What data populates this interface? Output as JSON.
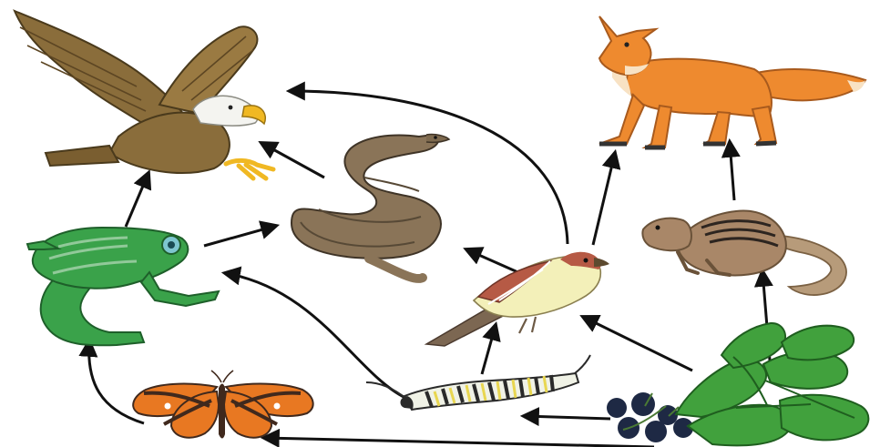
{
  "nodes": [
    {
      "id": "eagle",
      "icon": "eagle-icon"
    },
    {
      "id": "fox",
      "icon": "fox-icon"
    },
    {
      "id": "snake",
      "icon": "snake-icon"
    },
    {
      "id": "frog",
      "icon": "frog-icon"
    },
    {
      "id": "sparrow",
      "icon": "sparrow-icon"
    },
    {
      "id": "chipmunk",
      "icon": "chipmunk-icon"
    },
    {
      "id": "butterfly",
      "icon": "butterfly-icon"
    },
    {
      "id": "caterpillar",
      "icon": "caterpillar-icon"
    },
    {
      "id": "plants-berries",
      "icon": "plant-icon"
    }
  ],
  "edges": [
    {
      "from": "frog",
      "to": "eagle"
    },
    {
      "from": "snake",
      "to": "eagle"
    },
    {
      "from": "sparrow",
      "to": "eagle"
    },
    {
      "from": "frog",
      "to": "snake"
    },
    {
      "from": "sparrow",
      "to": "snake"
    },
    {
      "from": "sparrow",
      "to": "fox"
    },
    {
      "from": "chipmunk",
      "to": "fox"
    },
    {
      "from": "plants-berries",
      "to": "chipmunk"
    },
    {
      "from": "plants-berries",
      "to": "sparrow"
    },
    {
      "from": "plants-berries",
      "to": "caterpillar"
    },
    {
      "from": "plants-berries",
      "to": "butterfly"
    },
    {
      "from": "caterpillar",
      "to": "sparrow"
    },
    {
      "from": "caterpillar",
      "to": "frog"
    },
    {
      "from": "butterfly",
      "to": "frog"
    }
  ],
  "colors": {
    "arrow": "#111111",
    "eagle_body": "#8a6d3b",
    "eagle_head": "#f4f4f0",
    "fox": "#ee8a2f",
    "fox_light": "#f8e2c4",
    "snake": "#8a7458",
    "frog": "#3aa24a",
    "sparrow_back": "#b65a45",
    "sparrow_breast": "#f3f0b9",
    "chipmunk": "#a98768",
    "butterfly_orange": "#e87822",
    "butterfly_dark": "#40291d",
    "caterpillar_white": "#f0f2e6",
    "caterpillar_dark": "#2a2a2a",
    "caterpillar_yellow": "#e8d650",
    "leaf": "#41a13d",
    "berry": "#1e2944"
  }
}
